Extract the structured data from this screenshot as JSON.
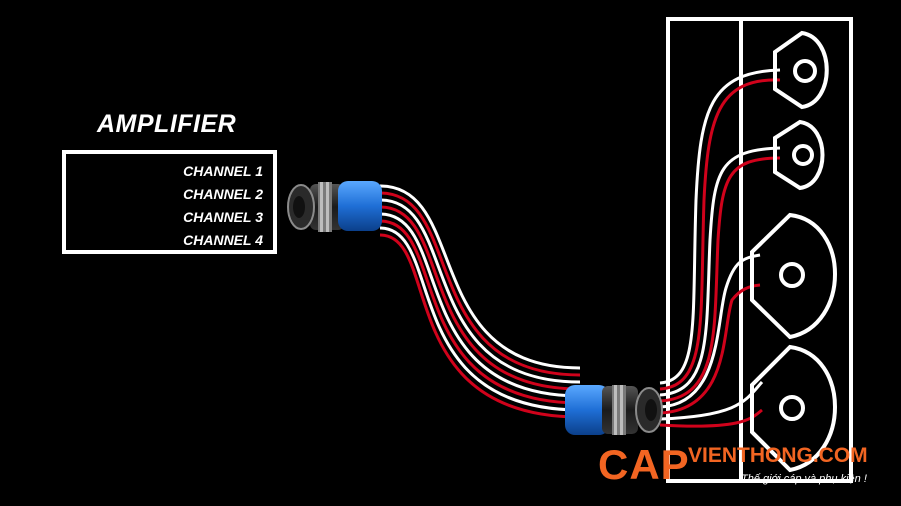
{
  "amplifier": {
    "title": "AMPLIFIER",
    "channels": [
      "CHANNEL 1",
      "CHANNEL 2",
      "CHANNEL 3",
      "CHANNEL 4"
    ]
  },
  "colors": {
    "background": "#000000",
    "line": "#ffffff",
    "wire_red": "#d0021b",
    "wire_white": "#ffffff",
    "connector_blue": "#1f6fd6",
    "logo_orange": "#f26522"
  },
  "icons": [
    "speakon-connector-icon",
    "speaker-driver-icon"
  ],
  "logo": {
    "brand": "CAP",
    "domain": "VIENTHONG.COM",
    "tagline": "Thế giới cáp và phụ kiện !"
  }
}
